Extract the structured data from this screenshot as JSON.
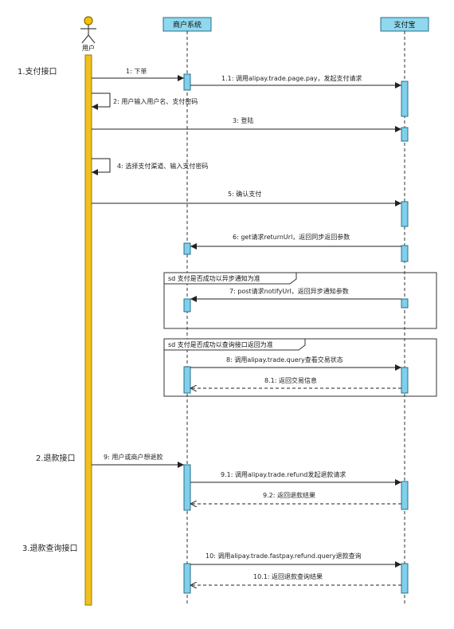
{
  "actors": {
    "user": "用户"
  },
  "participants": {
    "merchant": "商户系统",
    "alipay": "支付宝"
  },
  "sections": {
    "pay": "1.支付接口",
    "refund": "2.退款接口",
    "refund_query": "3.退款查询接口"
  },
  "messages": {
    "m1": "1: 下单",
    "m1_1": "1.1: 调用alipay.trade.page.pay，发起支付请求",
    "m2": "2: 用户输入用户名、支付密码",
    "m3": "3: 登陆",
    "m4": "4: 选择支付渠道、输入支付密码",
    "m5": "5: 确认支付",
    "m6": "6: get请求returnUrl，返回同步返回参数",
    "m7": "7: post请求notifyUrl，返回异步通知参数",
    "m8": "8: 调用alipay.trade.query查看交易状态",
    "m8_1": "8.1: 返回交易信息",
    "m9": "9: 用户或商户想退款",
    "m9_1": "9.1: 调用alipay.trade.refund发起退款请求",
    "m9_2": "9.2: 返回退款结果",
    "m10": "10: 调用alipay.trade.fastpay.refund.query退款查询",
    "m10_1": "10.1: 返回退款查询结果"
  },
  "frames": {
    "async": "sd 支付是否成功以异步通知为准",
    "query": "sd 支付是否成功以查询接口返回为准"
  },
  "colors": {
    "lifeline_user": "#f0c020",
    "lifeline_user_border": "#a07a00",
    "participant_fill": "#8fd8ee",
    "activation_fill": "#7fd0ec",
    "activation_border": "#2a6f8a",
    "line": "#222222"
  }
}
